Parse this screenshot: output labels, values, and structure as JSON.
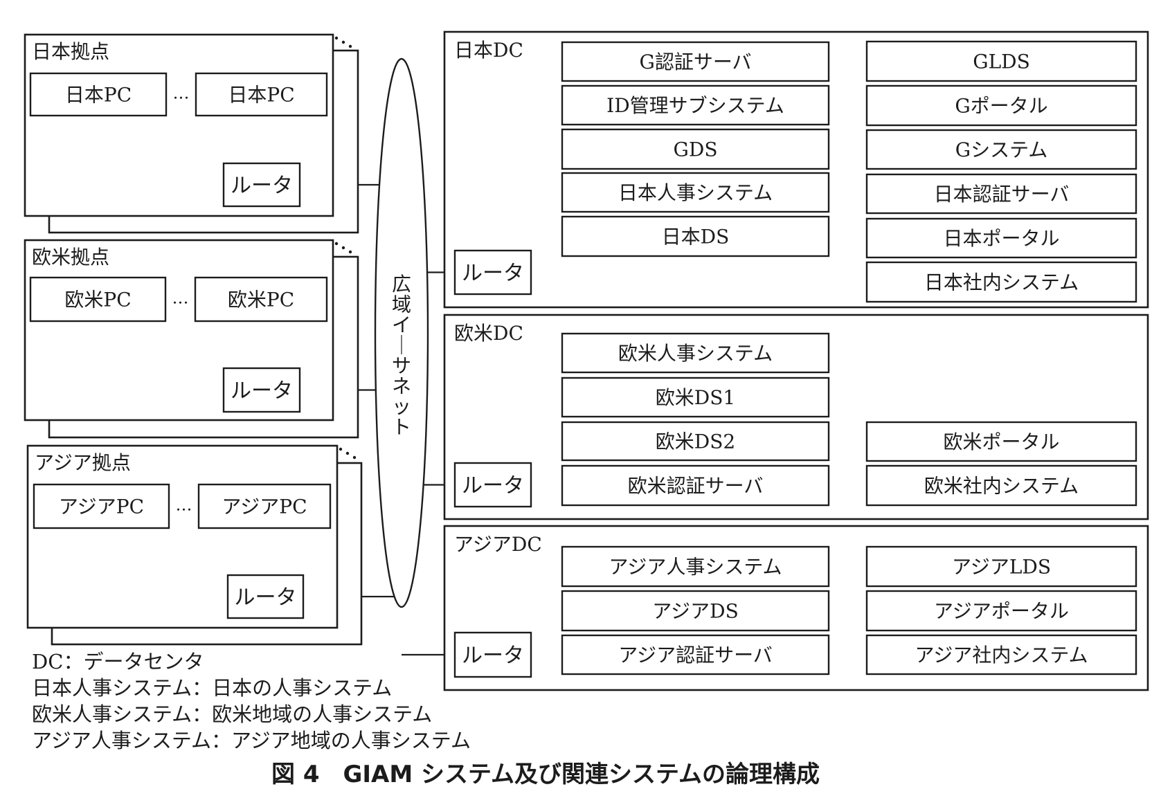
{
  "figure": {
    "caption": "図 4　GIAM システム及び関連システムの論理構成"
  },
  "network": {
    "label": "広域イーサネット"
  },
  "bases": [
    {
      "id": "japan",
      "title": "日本拠点",
      "pcs": [
        "日本PC",
        "日本PC"
      ],
      "ellipsis": "…",
      "router": "ルータ"
    },
    {
      "id": "europe",
      "title": "欧米拠点",
      "pcs": [
        "欧米PC",
        "欧米PC"
      ],
      "ellipsis": "…",
      "router": "ルータ"
    },
    {
      "id": "asia",
      "title": "アジア拠点",
      "pcs": [
        "アジアPC",
        "アジアPC"
      ],
      "ellipsis": "…",
      "router": "ルータ"
    }
  ],
  "datacenters": [
    {
      "id": "japan-dc",
      "title": "日本DC",
      "router": "ルータ",
      "left_systems": [
        "G認証サーバ",
        "ID管理サブシステム",
        "GDS",
        "日本人事システム",
        "日本DS"
      ],
      "right_systems": [
        "GLDS",
        "Gポータル",
        "Gシステム",
        "日本認証サーバ",
        "日本ポータル",
        "日本社内システム"
      ]
    },
    {
      "id": "europe-dc",
      "title": "欧米DC",
      "router": "ルータ",
      "left_systems": [
        "欧米人事システム",
        "欧米DS1",
        "欧米DS2",
        "欧米認証サーバ"
      ],
      "right_systems": [
        "欧米ポータル",
        "欧米社内システム"
      ]
    },
    {
      "id": "asia-dc",
      "title": "アジアDC",
      "router": "ルータ",
      "left_systems": [
        "アジア人事システム",
        "アジアDS",
        "アジア認証サーバ"
      ],
      "right_systems": [
        "アジアLDS",
        "アジアポータル",
        "アジア社内システム"
      ]
    }
  ],
  "legend": [
    "DC：データセンタ",
    "日本人事システム：日本の人事システム",
    "欧米人事システム：欧米地域の人事システム",
    "アジア人事システム：アジア地域の人事システム"
  ]
}
